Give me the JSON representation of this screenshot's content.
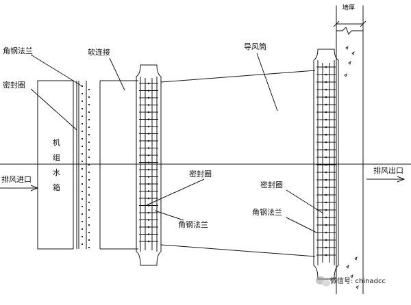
{
  "labels": {
    "angle_flange_left": "角钢法兰",
    "seal_ring_left": "密封圈",
    "soft_connection": "软连接",
    "air_duct": "导风筒",
    "wall_thickness": "墙厚",
    "unit_tank_1": "机",
    "unit_tank_2": "组",
    "unit_tank_3": "水",
    "unit_tank_4": "箱",
    "exhaust_inlet": "排风进口",
    "exhaust_outlet": "排风出口",
    "seal_ring_middle": "密封圈",
    "angle_flange_middle": "角钢法兰",
    "seal_ring_right": "密封圈",
    "angle_flange_right": "角钢法兰"
  },
  "watermark": {
    "text": "微信号: chinadcc",
    "icon": "wechat-icon"
  }
}
